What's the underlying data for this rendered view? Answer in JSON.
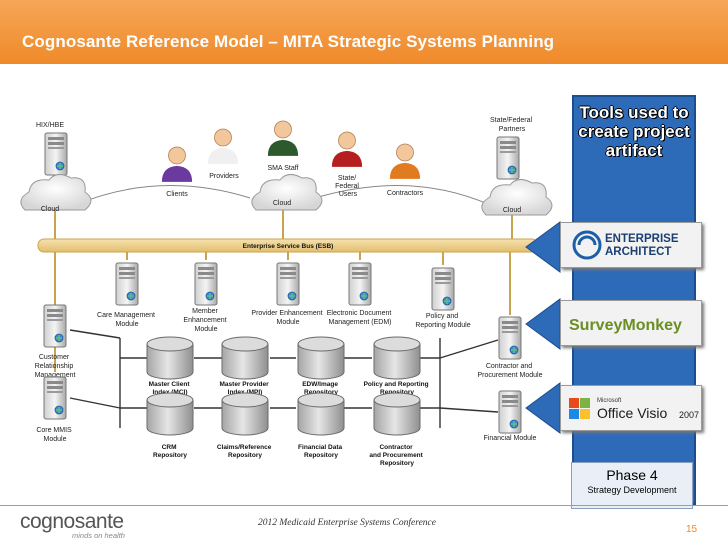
{
  "header": {
    "title": "Cognosante Reference Model – MITA Strategic Systems Planning"
  },
  "diagram": {
    "hix_label": "HIX/HBE",
    "state_federal_partners": "State/Federal\nPartners",
    "cloud_label": "Cloud",
    "esb_label": "Enterprise Service Bus (ESB)",
    "people": {
      "clients": "Clients",
      "providers": "Providers",
      "sma_staff": "SMA Staff",
      "state_federal_users": "State/\nFederal\nUsers",
      "contractors": "Contractors"
    },
    "modules": {
      "care_management": "Care Management\nModule",
      "member_enhancement": "Member\nEnhancement\nModule",
      "provider_enhancement": "Provider Enhancement\nModule",
      "edm": "Electronic Document\nManagement (EDM)",
      "policy_reporting": "Policy and\nReporting Module",
      "crm": "Customer\nRelationship\nManagement",
      "core_mmis": "Core MMIS\nModule",
      "contractor_procurement": "Contractor and\nProcurement Module",
      "financial": "Financial Module"
    },
    "repositories": {
      "mci": "Master Client\nIndex (MCI)",
      "mpi": "Master Provider\nIndex (MPI)",
      "edw": "EDW/Image\nRepository",
      "policy_repo": "Policy and Reporting\nRepository",
      "crm_repo": "CRM\nRepository",
      "claims_repo": "Claims/Reference\nRepository",
      "financial_repo": "Financial Data\nRepository",
      "contractor_repo": "Contractor\nand Procurement\nRepository"
    }
  },
  "tools": {
    "title": "Tools used to create project artifact",
    "enterprise_architect": "ENTERPRISE\nARCHITECT",
    "surveymonkey": "SurveyMonkey",
    "visio_brand": "Microsoft",
    "visio": "Office Visio",
    "visio_year": "2007"
  },
  "phase": {
    "title": "Phase 4",
    "subtitle": "Strategy Development"
  },
  "footer": {
    "brand_a": "cognosante",
    "tagline": "minds on health",
    "conference": "2012 Medicaid Enterprise Systems Conference",
    "page": "15"
  },
  "colors": {
    "accent_orange": "#ef8a2a",
    "tools_blue": "#2d6bb8",
    "esb_tan": "#efd28f"
  }
}
